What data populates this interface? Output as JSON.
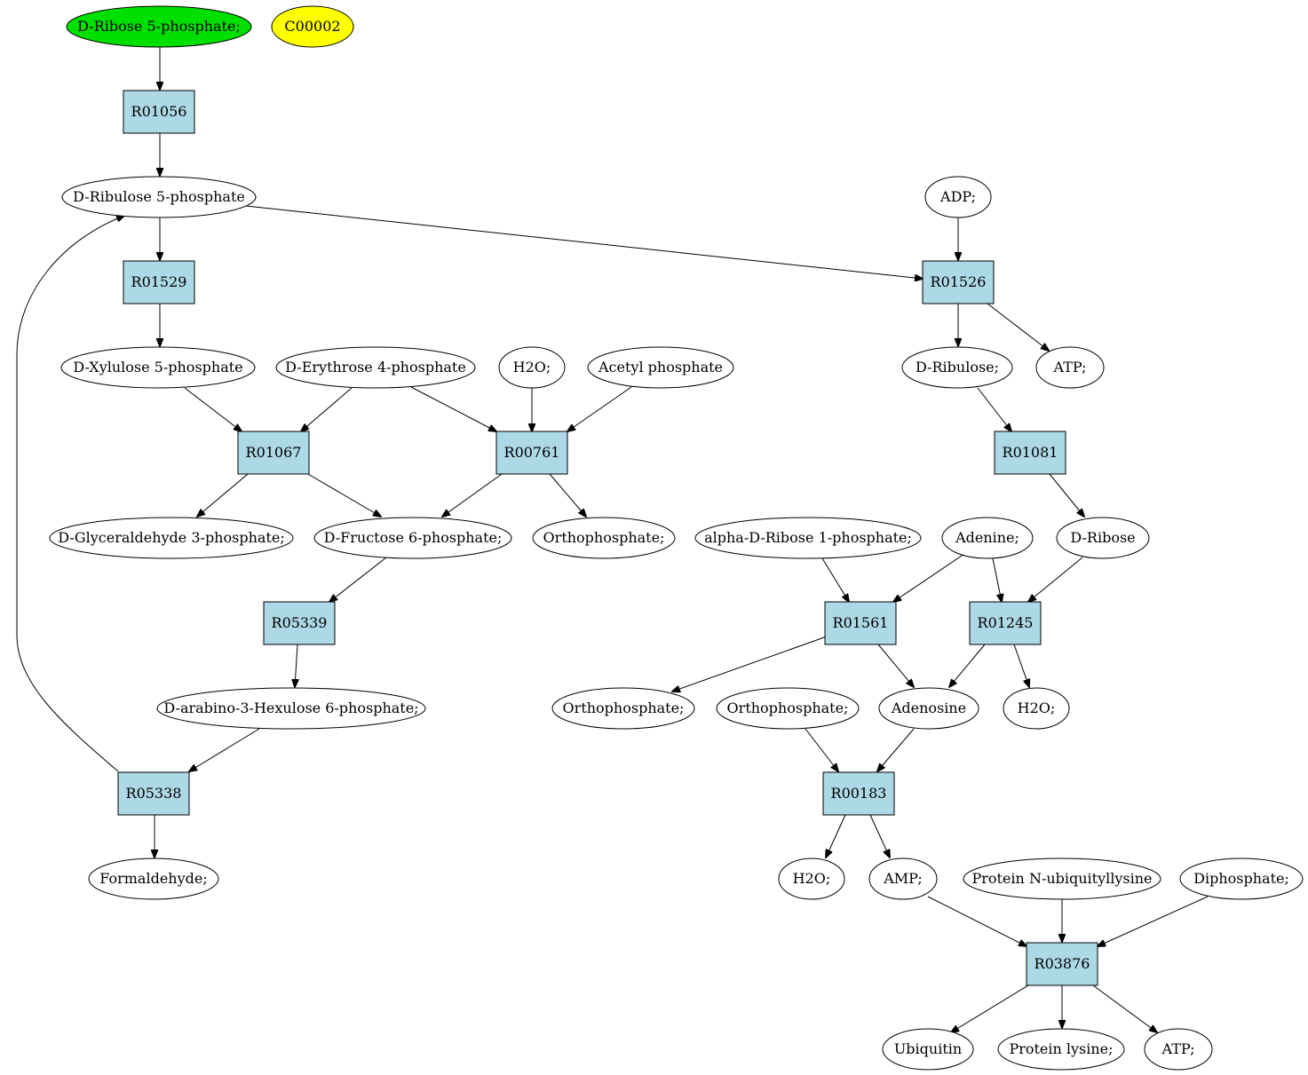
{
  "colors": {
    "start_compound": "#00e000",
    "highlight_compound": "#ffff00",
    "compound": "#ffffff",
    "reaction": "#add8e6",
    "stroke": "#000000"
  },
  "nodes": {
    "ribose5p": "D-Ribose 5-phosphate;",
    "c00002": "C00002",
    "r01056": "R01056",
    "ribulose5p": "D-Ribulose 5-phosphate",
    "r01529": "R01529",
    "xylulose5p": "D-Xylulose 5-phosphate",
    "erythrose4p": "D-Erythrose 4-phosphate",
    "h2o_1": "H2O;",
    "acetylp": "Acetyl phosphate",
    "r01067": "R01067",
    "r00761": "R00761",
    "glyceraldehyde3p": "D-Glyceraldehyde 3-phosphate;",
    "fructose6p": "D-Fructose 6-phosphate;",
    "orthophosphate_1": "Orthophosphate;",
    "r05339": "R05339",
    "arabino3hexulose6p": "D-arabino-3-Hexulose 6-phosphate;",
    "r05338": "R05338",
    "formaldehyde": "Formaldehyde;",
    "adp": "ADP;",
    "r01526": "R01526",
    "ribulose": "D-Ribulose;",
    "atp_1": "ATP;",
    "r01081": "R01081",
    "alpharibose1p": "alpha-D-Ribose 1-phosphate;",
    "adenine": "Adenine;",
    "ribose": "D-Ribose",
    "r01561": "R01561",
    "r01245": "R01245",
    "orthophosphate_2": "Orthophosphate;",
    "orthophosphate_3": "Orthophosphate;",
    "adenosine": "Adenosine",
    "h2o_2": "H2O;",
    "r00183": "R00183",
    "h2o_3": "H2O;",
    "amp": "AMP;",
    "protein_n_ubiquityllysine": "Protein N-ubiquityllysine",
    "diphosphate": "Diphosphate;",
    "r03876": "R03876",
    "ubiquitin": "Ubiquitin",
    "protein_lysine": "Protein lysine;",
    "atp_2": "ATP;"
  }
}
